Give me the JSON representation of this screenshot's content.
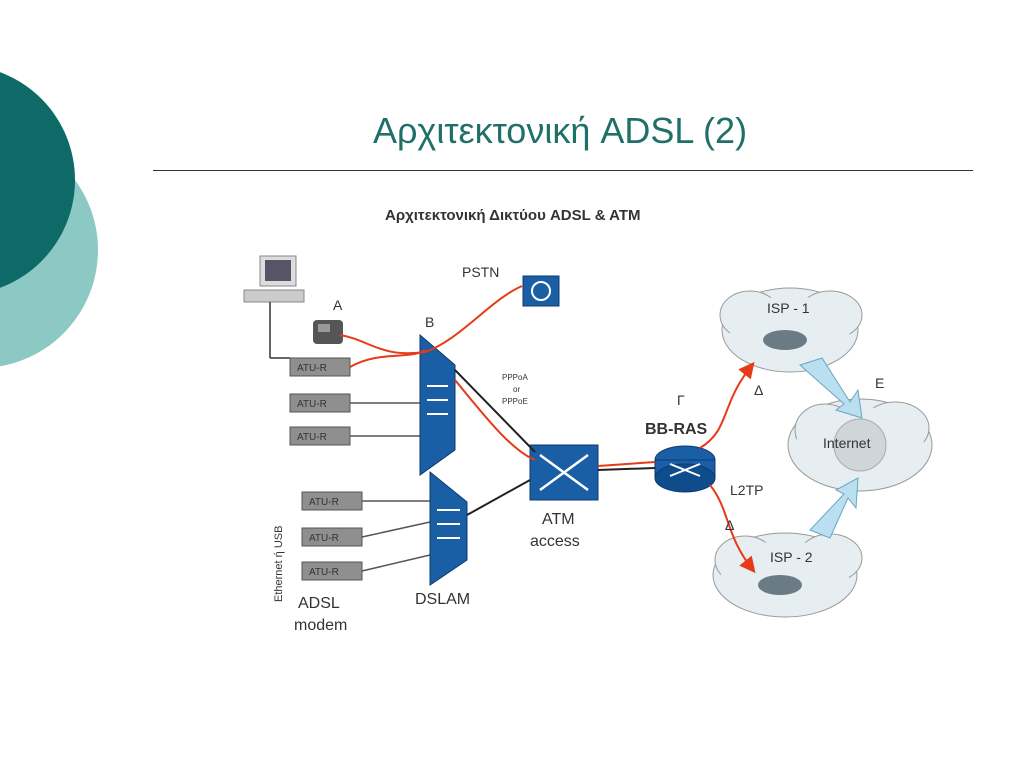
{
  "slide": {
    "title": "Αρχιτεκτονική ADSL (2)"
  },
  "diagram": {
    "heading": "Αρχιτεκτονική Δικτύου ADSL & ATM",
    "labels": {
      "pstn": "PSTN",
      "point_a": "A",
      "point_b": "B",
      "point_g": "Γ",
      "point_d1": "Δ",
      "point_d2": "Δ",
      "point_e": "E",
      "pppoa": "PPPoA",
      "or": "or",
      "pppoe": "PPPoE",
      "bbras": "BB-RAS",
      "l2tp": "L2TP",
      "atm_line1": "ATM",
      "atm_line2": "access",
      "dslam": "DSLAM",
      "adsl_line1": "ADSL",
      "adsl_line2": "modem",
      "ethernet_usb": "Ethernet ή USB",
      "isp1": "ISP - 1",
      "isp2": "ISP - 2",
      "internet": "Internet"
    },
    "modems": [
      "ATU-R",
      "ATU-R",
      "ATU-R",
      "ATU-R",
      "ATU-R",
      "ATU-R"
    ]
  },
  "colors": {
    "accent_teal_dark": "#0e6a66",
    "accent_teal_light": "#8cc8c4",
    "link_red": "#e63a18",
    "device_blue": "#1a5fa6"
  }
}
